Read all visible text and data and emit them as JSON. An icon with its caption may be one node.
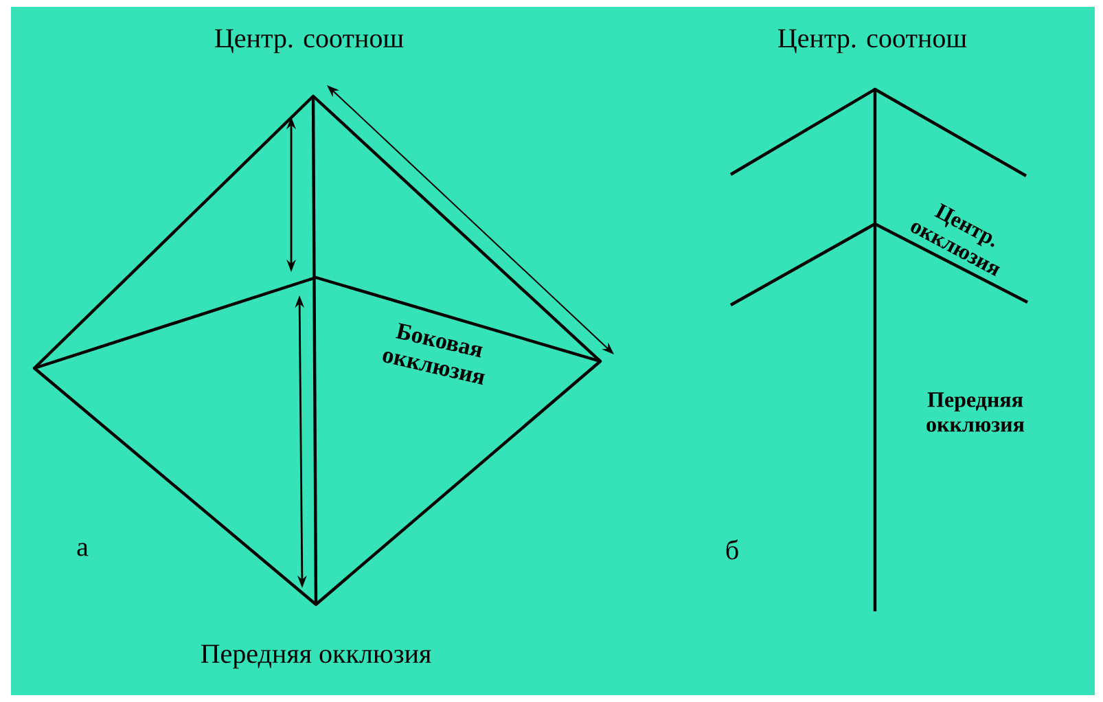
{
  "diagram": {
    "labels": [
      "Центр. соотнош",
      "Центр. соотнош",
      "Центр. окклюзия",
      "Боковая окклюзия",
      "Передняя окклюзия",
      "а",
      "б",
      "Передняя окклюзия"
    ]
  }
}
